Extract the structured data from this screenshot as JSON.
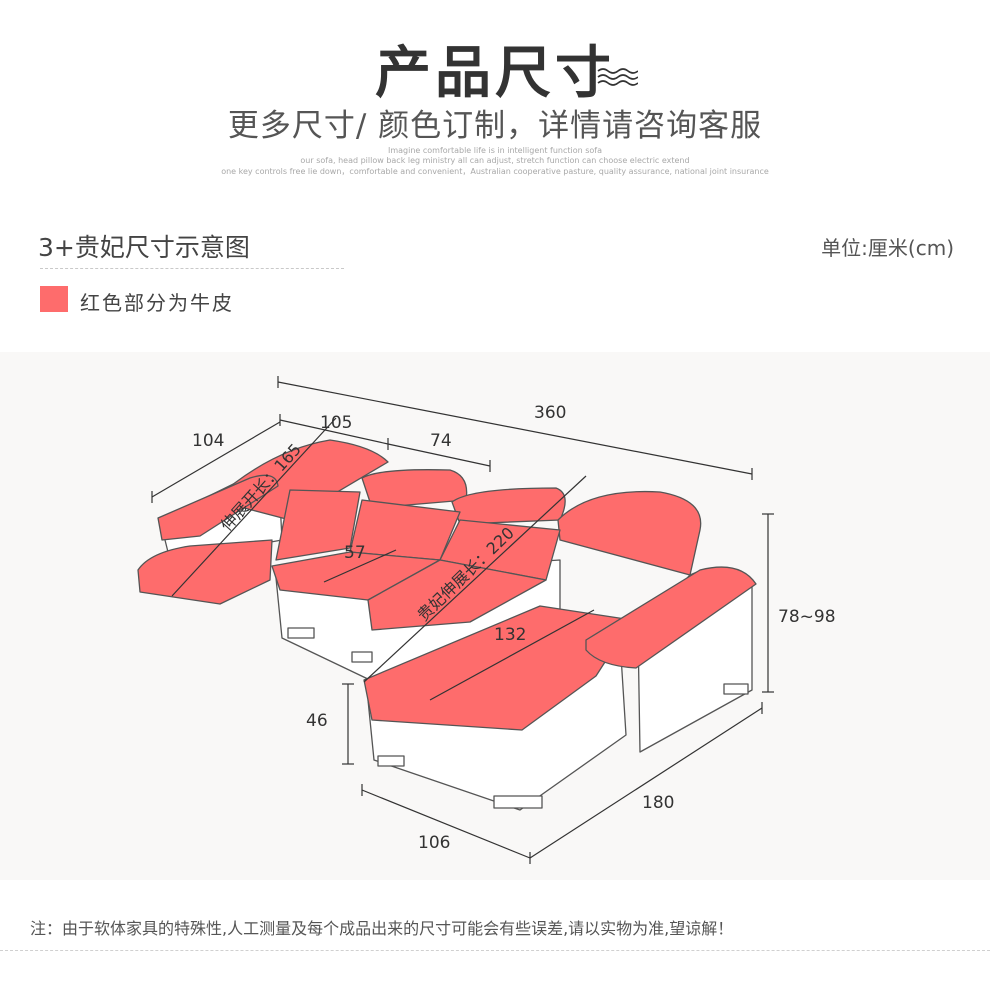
{
  "header": {
    "title": "产品尺寸",
    "subtitle": "更多尺寸/ 颜色订制，详情请咨询客服",
    "tagline_1": "Imagine comfortable life is in intelligent function sofa",
    "tagline_2": "our sofa, head pillow back leg ministry all can adjust, stretch function can choose electric extend",
    "tagline_3": "one key controls free lie down，comfortable and convenient，Australian cooperative pasture, quality assurance, national joint insurance"
  },
  "section": {
    "title": "3+贵妃尺寸示意图",
    "unit": "单位:厘米(cm)",
    "legend_label": "红色部分为牛皮"
  },
  "colors": {
    "leather_red": "#fe6c6c",
    "line": "#333333",
    "frame": "#ffffff"
  },
  "dimensions": {
    "total_length": "360",
    "arm_width": "104",
    "recliner_width": "105",
    "backrest_width": "74",
    "recline_length": "伸展开长：165",
    "seat_depth": "57",
    "chaise_length": "贵妃伸展长：220",
    "chaise_width": "132",
    "height": "78~98",
    "seat_height": "46",
    "front_width": "106",
    "chaise_depth": "180"
  },
  "footer": {
    "note": "注：由于软体家具的特殊性,人工测量及每个成品出来的尺寸可能会有些误差,请以实物为准,望谅解！"
  }
}
